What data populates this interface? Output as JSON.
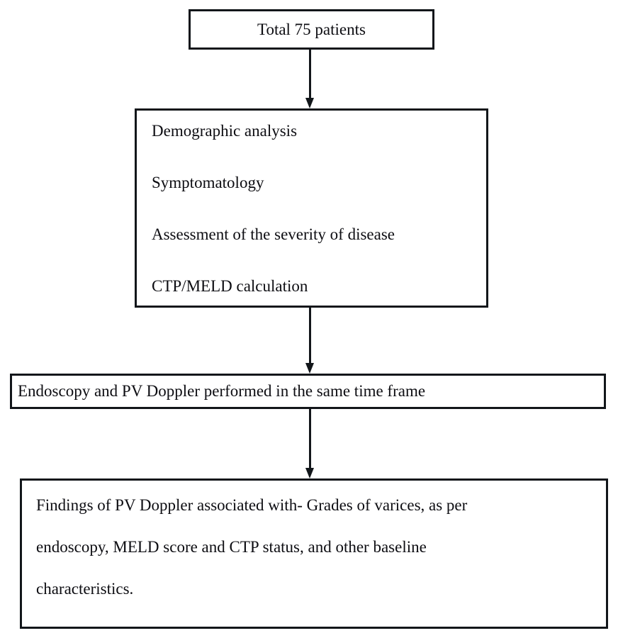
{
  "chart_data": {
    "type": "diagram",
    "title": "Study design flowchart",
    "orientation": "top-to-bottom",
    "nodes": [
      {
        "id": "total",
        "shape": "rectangle",
        "align": "center",
        "lines": [
          "Total 75 patients"
        ]
      },
      {
        "id": "assessment",
        "shape": "rectangle",
        "align": "left",
        "lines": [
          "Demographic analysis",
          "Symptomatology",
          "Assessment of the severity of disease",
          "CTP/MELD calculation"
        ]
      },
      {
        "id": "endoscopy",
        "shape": "rectangle",
        "align": "left",
        "lines": [
          "Endoscopy and PV Doppler performed in the same time frame"
        ]
      },
      {
        "id": "findings",
        "shape": "rectangle",
        "align": "left",
        "lines": [
          "Findings of PV Doppler associated with- Grades of varices, as per",
          "endoscopy, MELD score and CTP status, and other baseline",
          "characteristics."
        ]
      }
    ],
    "edges": [
      {
        "from": "total",
        "to": "assessment",
        "style": "solid-arrow-down"
      },
      {
        "from": "assessment",
        "to": "endoscopy",
        "style": "solid-arrow-down"
      },
      {
        "from": "endoscopy",
        "to": "findings",
        "style": "solid-arrow-down"
      }
    ],
    "colors": {
      "background": "#ffffff",
      "border": "#12161a",
      "text": "#0d0d12"
    }
  },
  "boxes": {
    "total": {
      "line1": "Total 75 patients"
    },
    "assessment": {
      "line1": "Demographic analysis",
      "line2": "Symptomatology",
      "line3": "Assessment of the severity of disease",
      "line4": "CTP/MELD calculation"
    },
    "endoscopy": {
      "line1": "Endoscopy and PV Doppler performed in the same time frame"
    },
    "findings": {
      "line1": "Findings of PV Doppler associated with- Grades of varices, as per",
      "line2": "endoscopy, MELD score and CTP status, and other baseline",
      "line3": "characteristics."
    }
  }
}
